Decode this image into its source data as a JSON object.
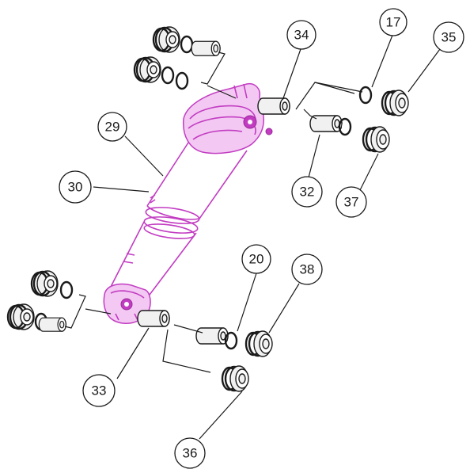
{
  "diagram": {
    "callouts": [
      {
        "id": "17",
        "label": "17"
      },
      {
        "id": "20",
        "label": "20"
      },
      {
        "id": "29",
        "label": "29"
      },
      {
        "id": "30",
        "label": "30"
      },
      {
        "id": "32",
        "label": "32"
      },
      {
        "id": "33",
        "label": "33"
      },
      {
        "id": "34",
        "label": "34"
      },
      {
        "id": "35",
        "label": "35"
      },
      {
        "id": "36",
        "label": "36"
      },
      {
        "id": "37",
        "label": "37"
      },
      {
        "id": "38",
        "label": "38"
      }
    ],
    "colors": {
      "shock_outline": "#c23cc2",
      "shock_fill": "#f3c9f3",
      "part_outline": "#1a1a1a",
      "background": "#ffffff"
    }
  }
}
